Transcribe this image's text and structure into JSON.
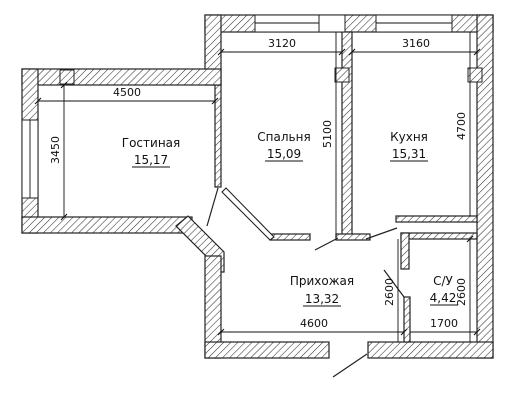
{
  "rooms": {
    "living": {
      "name": "Гостиная",
      "area": "15,17"
    },
    "bedroom": {
      "name": "Спальня",
      "area": "15,09"
    },
    "kitchen": {
      "name": "Кухня",
      "area": "15,31"
    },
    "hall": {
      "name": "Прихожая",
      "area": "13,32"
    },
    "bathroom": {
      "name": "С/У",
      "area": "4,42"
    }
  },
  "dimensions": {
    "bedroom_width": "3120",
    "kitchen_width": "3160",
    "living_width": "4500",
    "living_depth": "3450",
    "bedroom_depth": "5100",
    "kitchen_depth": "4700",
    "hall_width": "4600",
    "bath_width": "1700",
    "hall_depth": "2600",
    "bath_depth": "2600"
  }
}
